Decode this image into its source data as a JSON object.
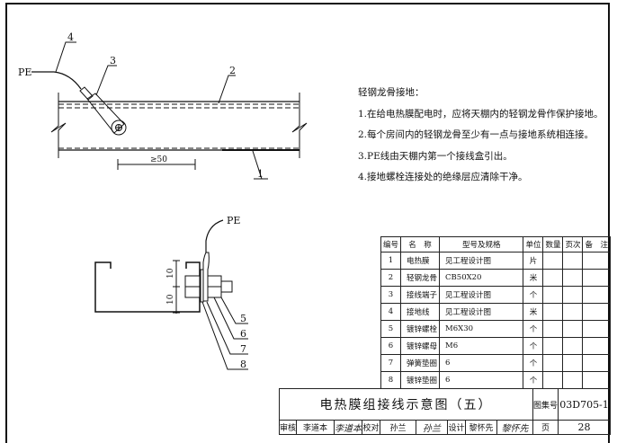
{
  "diagram1": {
    "pe_label": "PE",
    "callouts": [
      "1",
      "2",
      "3",
      "4"
    ],
    "dimension": "≥50"
  },
  "diagram2": {
    "pe_label": "PE",
    "callouts": [
      "5",
      "6",
      "7",
      "8"
    ],
    "dims": [
      "10",
      "10"
    ]
  },
  "notes": {
    "title": "轻钢龙骨接地：",
    "items": [
      "1.在给电热膜配电时，应将天棚内的轻钢龙骨作保护接地。",
      "2.每个房间内的轻钢龙骨至少有一点与接地系统相连接。",
      "3.PE线由天棚内第一个接线盒引出。",
      "4.接地螺栓连接处的绝缘层应清除干净。"
    ]
  },
  "bom": {
    "headers": [
      "编号",
      "名　称",
      "型号及规格",
      "单位",
      "数量",
      "页次",
      "备　注"
    ],
    "rows": [
      {
        "no": "1",
        "name": "电热膜",
        "spec": "见工程设计图",
        "unit": "片"
      },
      {
        "no": "2",
        "name": "轻钢龙骨",
        "spec": "CB50X20",
        "unit": "米"
      },
      {
        "no": "3",
        "name": "接线端子",
        "spec": "见工程设计图",
        "unit": "个"
      },
      {
        "no": "4",
        "name": "接地线",
        "spec": "见工程设计图",
        "unit": "米"
      },
      {
        "no": "5",
        "name": "镀锌螺栓",
        "spec": "M6X30",
        "unit": "个"
      },
      {
        "no": "6",
        "name": "镀锌螺母",
        "spec": "M6",
        "unit": "个"
      },
      {
        "no": "7",
        "name": "弹簧垫圈",
        "spec": "6",
        "unit": "个"
      },
      {
        "no": "8",
        "name": "镀锌垫圈",
        "spec": "6",
        "unit": "个"
      }
    ]
  },
  "title_block": {
    "title": "电热膜组接线示意图（五）",
    "atlas_label": "图集号",
    "atlas_no": "03D705-1",
    "review_label": "审核",
    "reviewer": "李道本",
    "reviewer_sig": "李道本",
    "check_label": "校对",
    "checker": "孙兰",
    "checker_sig": "孙兰",
    "design_label": "设计",
    "designer": "黎怀先",
    "designer_sig": "黎怀先",
    "page_label": "页",
    "page_no": "28"
  }
}
